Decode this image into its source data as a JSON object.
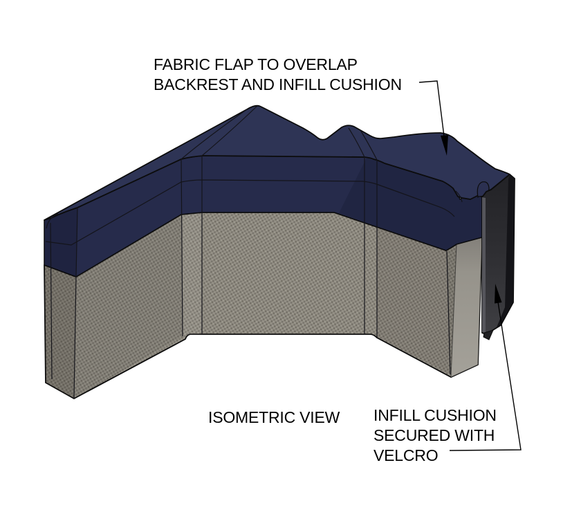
{
  "drawing": {
    "annotations": {
      "fabric_flap_line1": "FABRIC FLAP TO OVERLAP",
      "fabric_flap_line2": "BACKREST AND INFILL CUSHION",
      "view_label": "ISOMETRIC VIEW",
      "infill_line1": "INFILL CUSHION",
      "infill_line2": "SECURED WITH",
      "infill_line3": "VELCRO"
    },
    "colors": {
      "background": "#ffffff",
      "outline": "#0c0c0c",
      "navy_top": "#2e3455",
      "navy_band": "#262b4b",
      "navy_roll": "#2b3051",
      "fabric_gray": "#8e8a80",
      "fabric_end_face": "#9c9991",
      "infill_front": "#303034",
      "infill_side": "#141418",
      "annotation_text": "#000000"
    }
  }
}
